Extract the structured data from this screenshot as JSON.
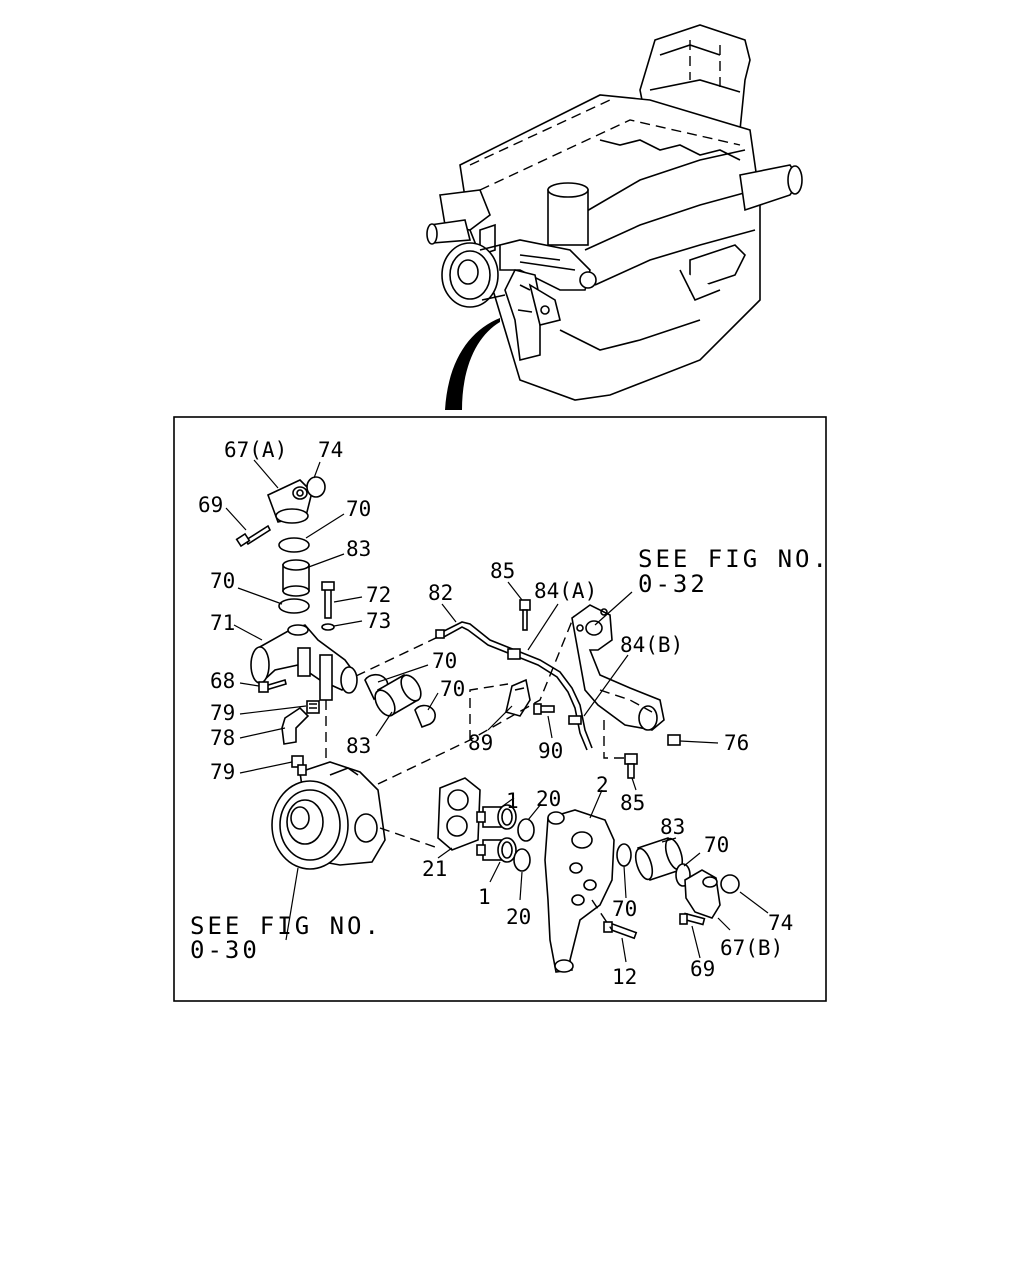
{
  "figure": {
    "callouts": {
      "c67a": "67(A)",
      "c74a": "74",
      "c69a": "69",
      "c70a": "70",
      "c83a": "83",
      "c70b": "70",
      "c72": "72",
      "c71": "71",
      "c73": "73",
      "c68": "68",
      "c79a": "79",
      "c78": "78",
      "c79b": "79",
      "c83b": "83",
      "c70c": "70",
      "c70d": "70",
      "c82": "82",
      "c85a": "85",
      "c84a": "84(A)",
      "c84b": "84(B)",
      "c89": "89",
      "c90": "90",
      "c76": "76",
      "c85b": "85",
      "c1a": "1",
      "c20a": "20",
      "c2": "2",
      "c83c": "83",
      "c70e": "70",
      "c21": "21",
      "c1b": "1",
      "c20b": "20",
      "c70f": "70",
      "c74b": "74",
      "c69b": "69",
      "c67b": "67(B)",
      "c12": "12"
    },
    "references": {
      "see_top_line1": "SEE FIG NO.",
      "see_top_line2": "0-32",
      "see_bottom_line1": "SEE FIG NO.",
      "see_bottom_line2": "0-30"
    }
  }
}
